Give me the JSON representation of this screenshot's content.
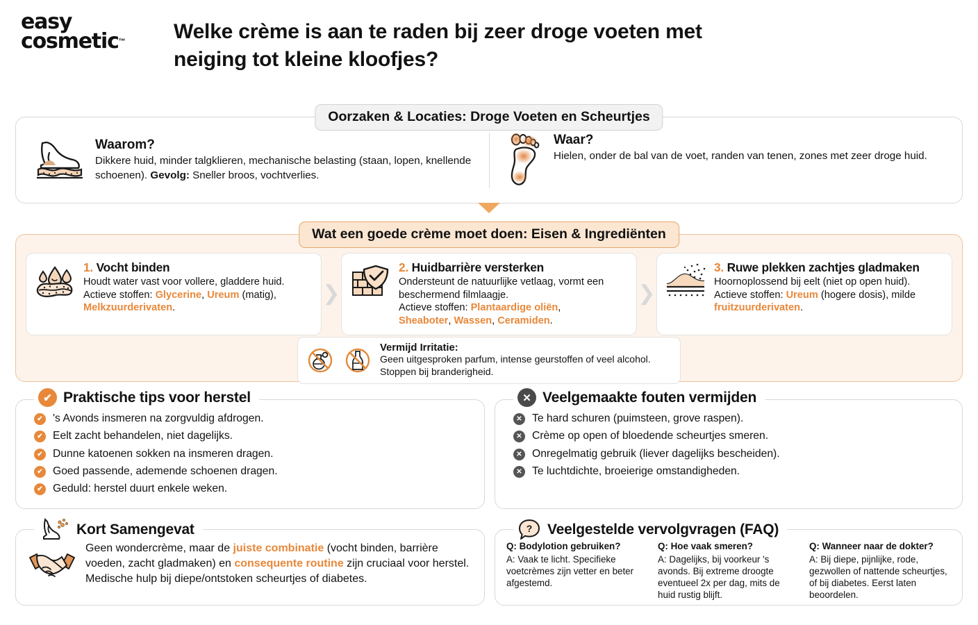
{
  "brand": {
    "line1": "easy",
    "line2": "cosmetic",
    "tm": "™"
  },
  "headline": "Welke crème is aan te raden bij zeer droge voeten met neiging tot kleine kloofjes?",
  "colors": {
    "accent": "#e8883a",
    "tintBg": "#fdf3ea",
    "tintBorder": "#edc49c",
    "dark": "#4a4a4a"
  },
  "section1": {
    "chip": "Oorzaken & Locaties: Droge Voeten en Scheurtjes",
    "left": {
      "icon": "foot-side-skin-icon",
      "heading": "Waarom?",
      "text_1": "Dikkere huid, minder talgklieren, mechanische belasting (staan, lopen, knellende schoenen). ",
      "text_bold": "Gevolg:",
      "text_2": " Sneller broos, vochtverlies."
    },
    "right": {
      "icon": "footprint-sole-icon",
      "heading": "Waar?",
      "text": "Hielen, onder de bal van de voet, randen van tenen, zones met zeer droge huid."
    }
  },
  "section2": {
    "chip": "Wat een goede crème moet doen: Eisen & Ingrediënten",
    "cards": [
      {
        "icon": "water-drop-skin-icon",
        "num": "1.",
        "heading": "Vocht binden",
        "line1": "Houdt water vast voor vollere, gladdere huid.",
        "line2_prefix": "Actieve stoffen: ",
        "ingredients": [
          "Glycerine",
          "Ureum",
          "Melkzuurderivaten"
        ],
        "line2_suffix": " (matig),"
      },
      {
        "icon": "brick-wall-shield-icon",
        "num": "2.",
        "heading": "Huidbarrière versterken",
        "line1": "Ondersteunt de natuurlijke vetlaag, vormt een beschermend filmlaagje.",
        "line2_prefix": "Actieve stoffen: ",
        "ingredients": [
          "Plantaardige oliën",
          "Sheaboter",
          "Wassen",
          "Ceramiden"
        ],
        "line2_suffix": ""
      },
      {
        "icon": "rough-skin-exfoliate-icon",
        "num": "3.",
        "heading": "Ruwe plekken zachtjes gladmaken",
        "line1": "Hoornoplossend bij eelt (niet op open huid).",
        "line2_prefix": "Actieve stoffen: ",
        "ingredients": [
          "Ureum",
          "fruitzuurderivaten"
        ],
        "line2_suffix": " (hogere dosis), milde"
      }
    ],
    "avoid": {
      "icon_1": "no-perfume-icon",
      "icon_2": "no-alcohol-bottle-icon",
      "heading": "Vermijd Irritatie:",
      "line1": "Geen uitgesproken parfum, intense geurstoffen of veel alcohol.",
      "line2": "Stoppen bij branderigheid."
    }
  },
  "tips": {
    "icon": "check-circle-icon",
    "heading": "Praktische tips voor herstel",
    "items": [
      "'s Avonds insmeren na zorgvuldig afdrogen.",
      "Eelt zacht behandelen, niet dagelijks.",
      "Dunne katoenen sokken na insmeren dragen.",
      "Goed passende, ademende schoenen dragen.",
      "Geduld: herstel duurt enkele weken."
    ]
  },
  "mistakes": {
    "icon": "x-circle-icon",
    "heading": "Veelgemaakte fouten vermijden",
    "items": [
      "Te hard schuren (puimsteen, grove raspen).",
      "Crème op open of bloedende scheurtjes smeren.",
      "Onregelmatig gebruik (liever dagelijks bescheiden).",
      "Te luchtdichte, broeierige omstandigheden."
    ]
  },
  "summary": {
    "icon": "foot-dry-flakes-icon",
    "body_icon": "handshake-icon",
    "heading": "Kort Samengevat",
    "part1": "Geen wondercrème, maar de ",
    "hl1": "juiste combinatie",
    "part2": " (vocht binden, barrière voeden, zacht gladmaken) en ",
    "hl2": "consequente routine",
    "part3": " zijn cruciaal voor herstel. Medische hulp bij diepe/ontstoken scheurtjes of diabetes."
  },
  "faq": {
    "icon": "question-bubble-icon",
    "heading": "Veelgestelde vervolgvragen (FAQ)",
    "items": [
      {
        "q": "Q: Bodylotion gebruiken?",
        "a": "A: Vaak te licht. Specifieke voetcrèmes zijn vetter en beter afgestemd."
      },
      {
        "q": "Q: Hoe vaak smeren?",
        "a": "A: Dagelijks, bij voorkeur 's avonds. Bij extreme droogte eventueel 2x per dag, mits de huid rustig blijft."
      },
      {
        "q": "Q: Wanneer naar de dokter?",
        "a": "A: Bij diepe, pijnlijke, rode, gezwollen of nattende scheurtjes, of bij diabetes. Eerst laten beoordelen."
      }
    ]
  },
  "glyphs": {
    "check": "✔",
    "cross": "✕",
    "chevron": "❯"
  }
}
